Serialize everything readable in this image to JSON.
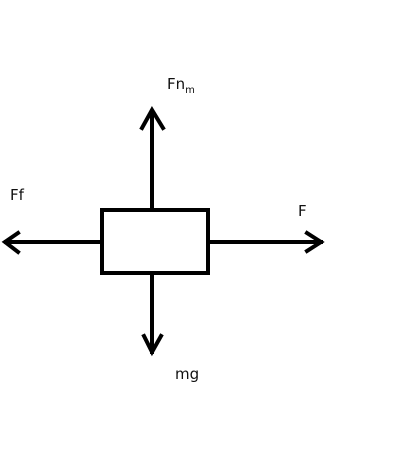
{
  "diagram": {
    "labels": {
      "normal_force": {
        "main": "Fn",
        "subscript": "m"
      },
      "friction_force": "Ff",
      "applied_force": "F",
      "weight": "mg"
    },
    "colors": {
      "ink": "#000000",
      "background": "#ffffff"
    }
  }
}
